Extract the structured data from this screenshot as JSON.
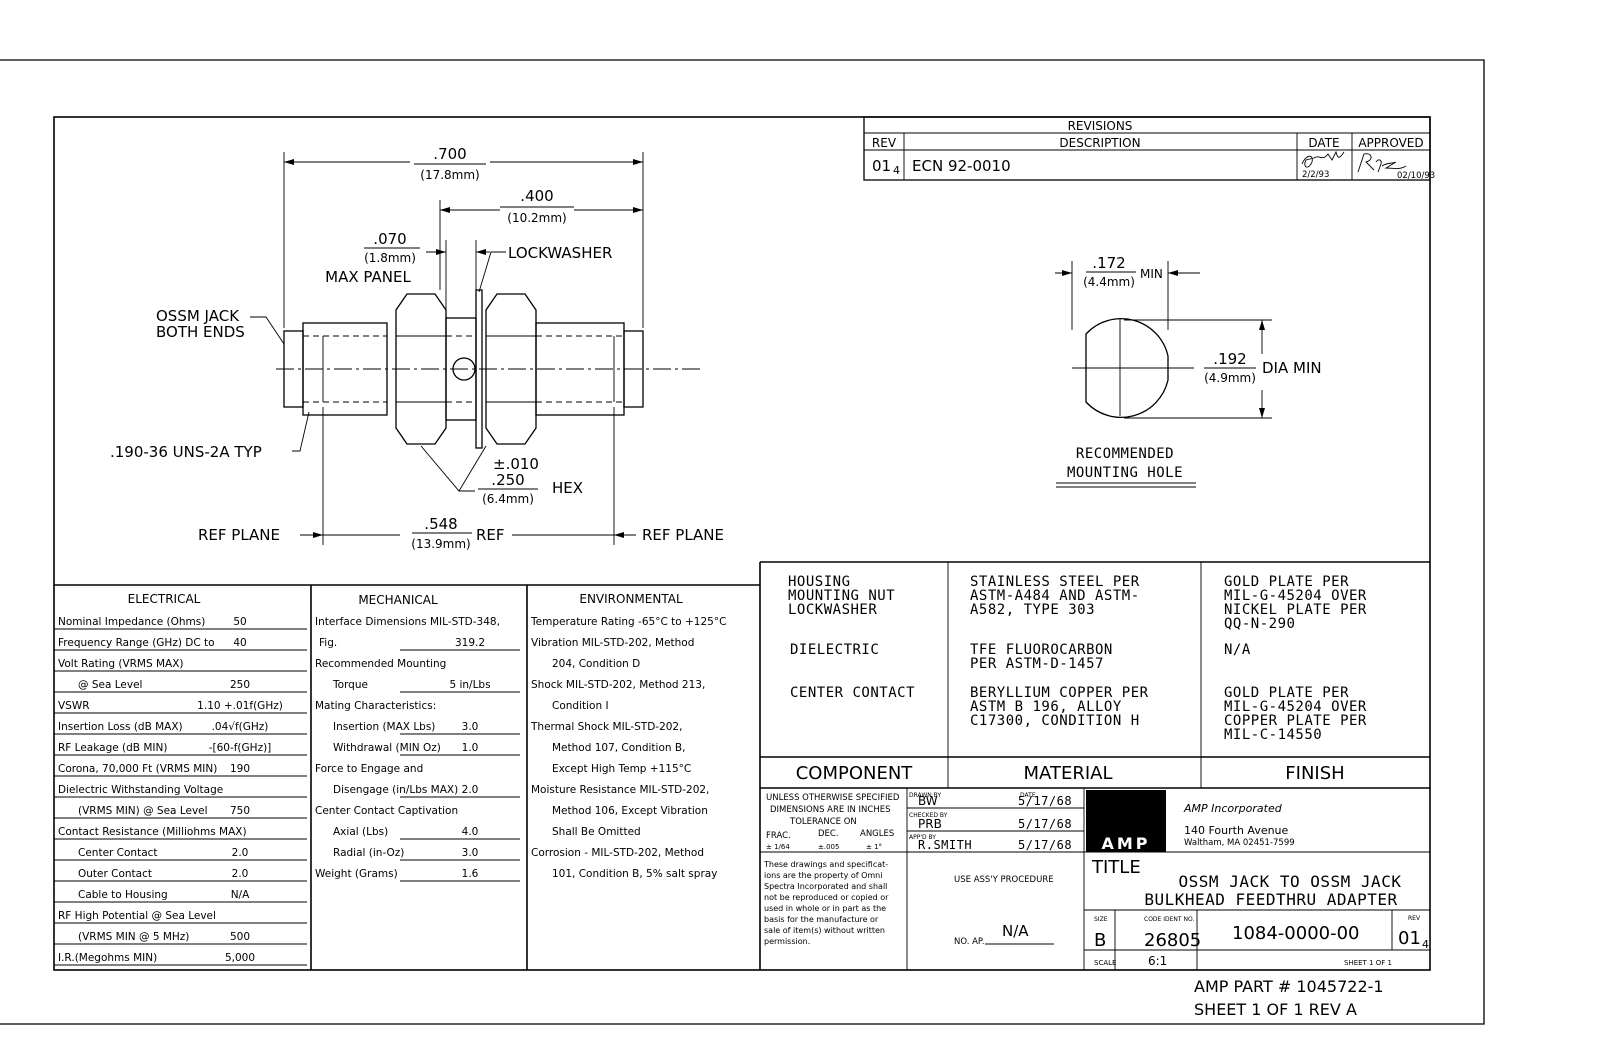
{
  "revisions": {
    "header": "REVISIONS",
    "columns": [
      "REV",
      "DESCRIPTION",
      "DATE",
      "APPROVED"
    ],
    "rows": [
      {
        "rev": "01",
        "rev_sub": "4",
        "description": "ECN 92-0010",
        "date": "2/2/93",
        "approved_date": "02/10/93"
      }
    ]
  },
  "drawing": {
    "dim_overall": ".700",
    "dim_overall_mm": "(17.8mm)",
    "dim_400": ".400",
    "dim_400_mm": "(10.2mm)",
    "dim_panel": ".070",
    "dim_panel_mm": "(1.8mm)",
    "max_panel": "MAX PANEL",
    "lockwasher": "LOCKWASHER",
    "ossm_jack_1": "OSSM JACK",
    "ossm_jack_2": "BOTH ENDS",
    "thread": ".190-36 UNS-2A TYP",
    "tol": "±.010",
    "hex_dim": ".250",
    "hex_dim_mm": "(6.4mm)",
    "hex": "HEX",
    "ref_plane_left": "REF PLANE",
    "ref_plane_right": "REF PLANE",
    "ref_dim": ".548",
    "ref_dim_mm": "(13.9mm)",
    "ref": "REF"
  },
  "hole": {
    "dim_172": ".172",
    "dim_172_mm": "(4.4mm)",
    "min": "MIN",
    "dim_192": ".192",
    "dim_192_mm": "(4.9mm)",
    "dia_min": "DIA MIN",
    "caption_1": "RECOMMENDED",
    "caption_2": "MOUNTING HOLE"
  },
  "specs": {
    "electrical": {
      "title": "ELECTRICAL",
      "rows": [
        {
          "label": "Nominal Impedance (Ohms)",
          "value": "50"
        },
        {
          "label": "Frequency Range (GHz) DC to",
          "value": "40"
        },
        {
          "label": "Volt Rating (VRMS MAX)",
          "value": ""
        },
        {
          "label": "@ Sea Level",
          "value": "250"
        },
        {
          "label": "VSWR",
          "value": "1.10 +.01f(GHz)"
        },
        {
          "label": "Insertion Loss (dB MAX)",
          "value": ".04√f(GHz)"
        },
        {
          "label": "RF Leakage (dB MIN)",
          "value": "-[60-f(GHz)]"
        },
        {
          "label": "Corona, 70,000 Ft (VRMS MIN)",
          "value": "190"
        },
        {
          "label": "Dielectric Withstanding Voltage",
          "value": ""
        },
        {
          "label": "(VRMS MIN) @ Sea Level",
          "value": "750"
        },
        {
          "label": "Contact Resistance (Milliohms MAX)",
          "value": ""
        },
        {
          "label": "Center Contact",
          "value": "2.0"
        },
        {
          "label": "Outer Contact",
          "value": "2.0"
        },
        {
          "label": "Cable to Housing",
          "value": "N/A"
        },
        {
          "label": "RF High Potential @ Sea Level",
          "value": ""
        },
        {
          "label": "(VRMS MIN @ 5 MHz)",
          "value": "500"
        },
        {
          "label": "I.R.(Megohms MIN)",
          "value": "5,000"
        }
      ]
    },
    "mechanical": {
      "title": "MECHANICAL",
      "rows": [
        {
          "label": "Interface Dimensions MIL-STD-348,",
          "value": ""
        },
        {
          "label": "Fig.",
          "value": "319.2"
        },
        {
          "label": "Recommended Mounting",
          "value": ""
        },
        {
          "label": "Torque",
          "value": "5 in/Lbs"
        },
        {
          "label": "Mating Characteristics:",
          "value": ""
        },
        {
          "label": "Insertion (MAX Lbs)",
          "value": "3.0"
        },
        {
          "label": "Withdrawal (MIN Oz)",
          "value": "1.0"
        },
        {
          "label": "Force to Engage and",
          "value": ""
        },
        {
          "label": "Disengage (in/Lbs MAX)",
          "value": "2.0"
        },
        {
          "label": "Center Contact Captivation",
          "value": ""
        },
        {
          "label": "Axial (Lbs)",
          "value": "4.0"
        },
        {
          "label": "Radial (in-Oz)",
          "value": "3.0"
        },
        {
          "label": "Weight (Grams)",
          "value": "1.6"
        }
      ]
    },
    "environmental": {
      "title": "ENVIRONMENTAL",
      "rows": [
        "Temperature Rating -65°C to +125°C",
        "Vibration MIL-STD-202, Method",
        "204, Condition D",
        "Shock MIL-STD-202, Method 213,",
        "Condition I",
        "Thermal Shock MIL-STD-202,",
        "Method 107, Condition B,",
        "Except High Temp +115°C",
        "Moisture Resistance MIL-STD-202,",
        "Method 106, Except Vibration",
        "Shall Be Omitted",
        "Corrosion - MIL-STD-202, Method",
        "101, Condition B, 5% salt spray"
      ]
    }
  },
  "materials": {
    "rows": [
      {
        "component": [
          "HOUSING",
          "MOUNTING NUT",
          "LOCKWASHER"
        ],
        "material": [
          "STAINLESS STEEL PER",
          "ASTM-A484 AND ASTM-",
          "A582, TYPE 303"
        ],
        "finish": [
          "GOLD PLATE PER",
          "MIL-G-45204 OVER",
          "NICKEL PLATE PER",
          "QQ-N-290"
        ]
      },
      {
        "component": [
          "DIELECTRIC"
        ],
        "material": [
          "TFE FLUOROCARBON",
          "PER ASTM-D-1457"
        ],
        "finish": [
          "N/A"
        ]
      },
      {
        "component": [
          "CENTER CONTACT"
        ],
        "material": [
          "BERYLLIUM COPPER PER",
          "ASTM B 196, ALLOY",
          "C17300, CONDITION H"
        ],
        "finish": [
          "GOLD PLATE PER",
          "MIL-G-45204 OVER",
          "COPPER PLATE PER",
          "MIL-C-14550"
        ]
      }
    ],
    "headers": {
      "component": "COMPONENT",
      "material": "MATERIAL",
      "finish": "FINISH"
    }
  },
  "title_block": {
    "tolerance": [
      "UNLESS OTHERWISE SPECIFIED",
      "DIMENSIONS ARE IN INCHES",
      "TOLERANCE ON"
    ],
    "tol_cols": [
      "FRAC.",
      "DEC.",
      "ANGLES"
    ],
    "tol_vals": [
      "± 1/64",
      "±.005",
      "± 1°"
    ],
    "drawn_by_label": "DRAWN BY",
    "drawn_by": "BW",
    "date_label": "DATE",
    "drawn_date": "5/17/68",
    "checked_by_label": "CHECKED BY",
    "checked_by": "PRB",
    "checked_date": "5/17/68",
    "appd_by_label": "APP'D BY",
    "appd_by": "R.SMITH",
    "appd_date": "5/17/68",
    "logo": "AMP",
    "company": "AMP Incorporated",
    "address_1": "140 Fourth Avenue",
    "address_2": "Waltham, MA 02451-7599",
    "property_note": [
      "These drawings and specificat-",
      "ions are the property of Omni",
      "Spectra Incorporated and shall",
      "not be reproduced or copied or",
      "used in whole or in part as the",
      "basis for the manufacture or",
      "sale of item(s) without written",
      "permission."
    ],
    "use_assy": "USE ASS'Y PROCEDURE",
    "no_ap_label": "NO. AP.",
    "no_ap": "N/A",
    "title_label": "TITLE",
    "title_1": "OSSM JACK TO OSSM JACK",
    "title_2": "BULKHEAD FEEDTHRU ADAPTER",
    "size_label": "SIZE",
    "size": "B",
    "code_label": "CODE IDENT NO.",
    "code": "26805",
    "dwg_no": "1084-0000-00",
    "rev_label": "REV",
    "rev": "01",
    "rev_sub": "4",
    "scale_label": "SCALE",
    "scale": "6:1",
    "sheet": "SHEET 1 OF 1"
  },
  "footer": {
    "part": "AMP PART # 1045722-1",
    "sheet": "SHEET 1 OF 1  REV A"
  }
}
